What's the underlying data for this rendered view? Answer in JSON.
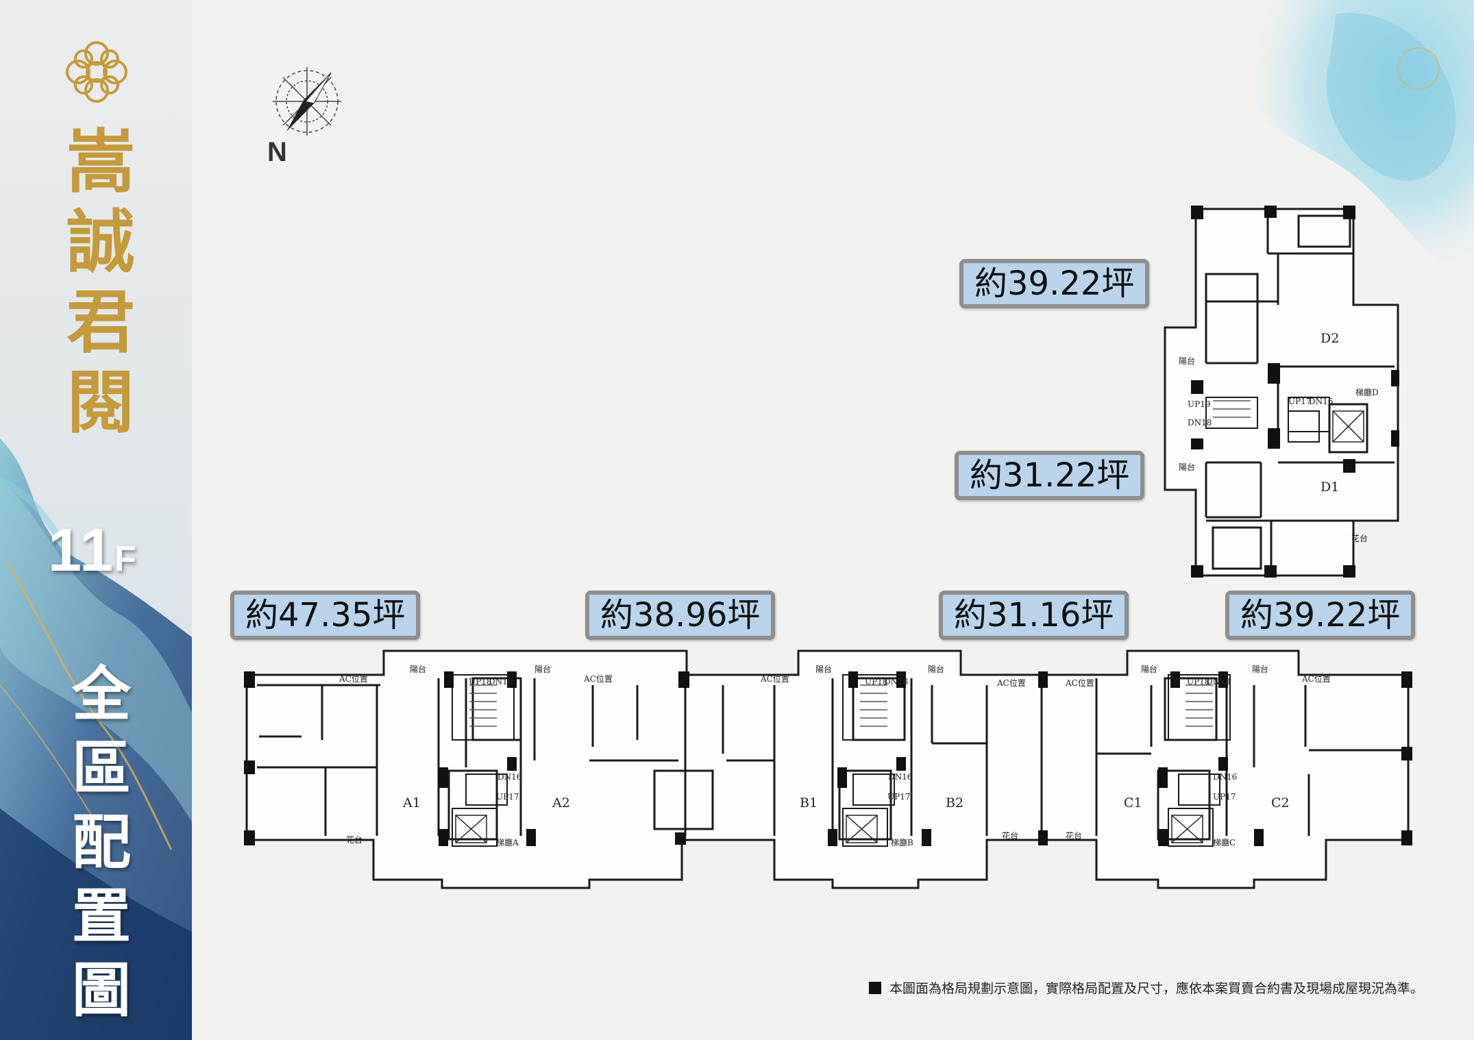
{
  "brand": {
    "title": "嵩誠君閱"
  },
  "floor": {
    "number": "11",
    "suffix": "F"
  },
  "plan_title": "全區配置圖",
  "compass": {
    "north_label": "N"
  },
  "area_labels": {
    "a1": "約47.35坪",
    "a2": "約38.96坪",
    "b2": "約31.16坪",
    "c2": "約39.22坪",
    "d2": "約39.22坪",
    "d1": "約31.22坪"
  },
  "units": {
    "a1": "A1",
    "a2": "A2",
    "b1": "B1",
    "b2": "B2",
    "c1": "C1",
    "c2": "C2",
    "d1": "D1",
    "d2": "D2"
  },
  "room_labels": {
    "balcony": "陽台",
    "ac": "AC位置",
    "planter": "花台",
    "lobby_a": "梯廳A",
    "lobby_b": "梯廳B",
    "lobby_c": "梯廳C",
    "lobby_d": "梯廳D",
    "up18": "UP18",
    "dn18": "DN18",
    "up17": "UP17",
    "dn16": "DN16",
    "up19": "UP19"
  },
  "footnote": "本圖面為格局規劃示意圖，實際格局配置及尺寸，應依本案買賣合約書及現場成屋現況為準。",
  "colors": {
    "gold": "#c69a3a",
    "label_bg": "#b9d4ec",
    "label_border": "#8e8e8e",
    "wall": "#111111",
    "page_bg": "#f2f2f1"
  }
}
